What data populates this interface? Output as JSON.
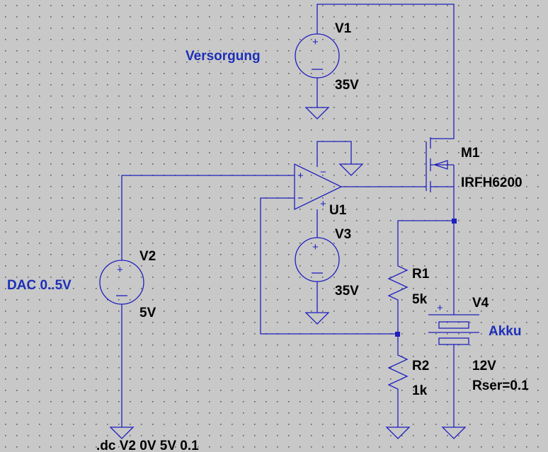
{
  "colors": {
    "background": "#c8c8c8",
    "grid_dot": "#5a5a5a",
    "wire": "#1f1fbf",
    "net_label": "#1c2fb8",
    "text": "#000000"
  },
  "components": {
    "v1": {
      "name": "V1",
      "value": "35V"
    },
    "v2": {
      "name": "V2",
      "value": "5V"
    },
    "v3": {
      "name": "V3",
      "value": "35V"
    },
    "v4": {
      "name": "V4",
      "value": "12V",
      "extra": "Rser=0.1"
    },
    "u1": {
      "name": "U1"
    },
    "m1": {
      "name": "M1",
      "value": "IRFH6200"
    },
    "r1": {
      "name": "R1",
      "value": "5k"
    },
    "r2": {
      "name": "R2",
      "value": "1k"
    }
  },
  "labels": {
    "versorgung": "Versorgung",
    "dac": "DAC 0..5V",
    "akku": "Akku"
  },
  "directive": ".dc V2 0V 5V 0.1",
  "signs": {
    "plus": "+",
    "minus": "−"
  }
}
